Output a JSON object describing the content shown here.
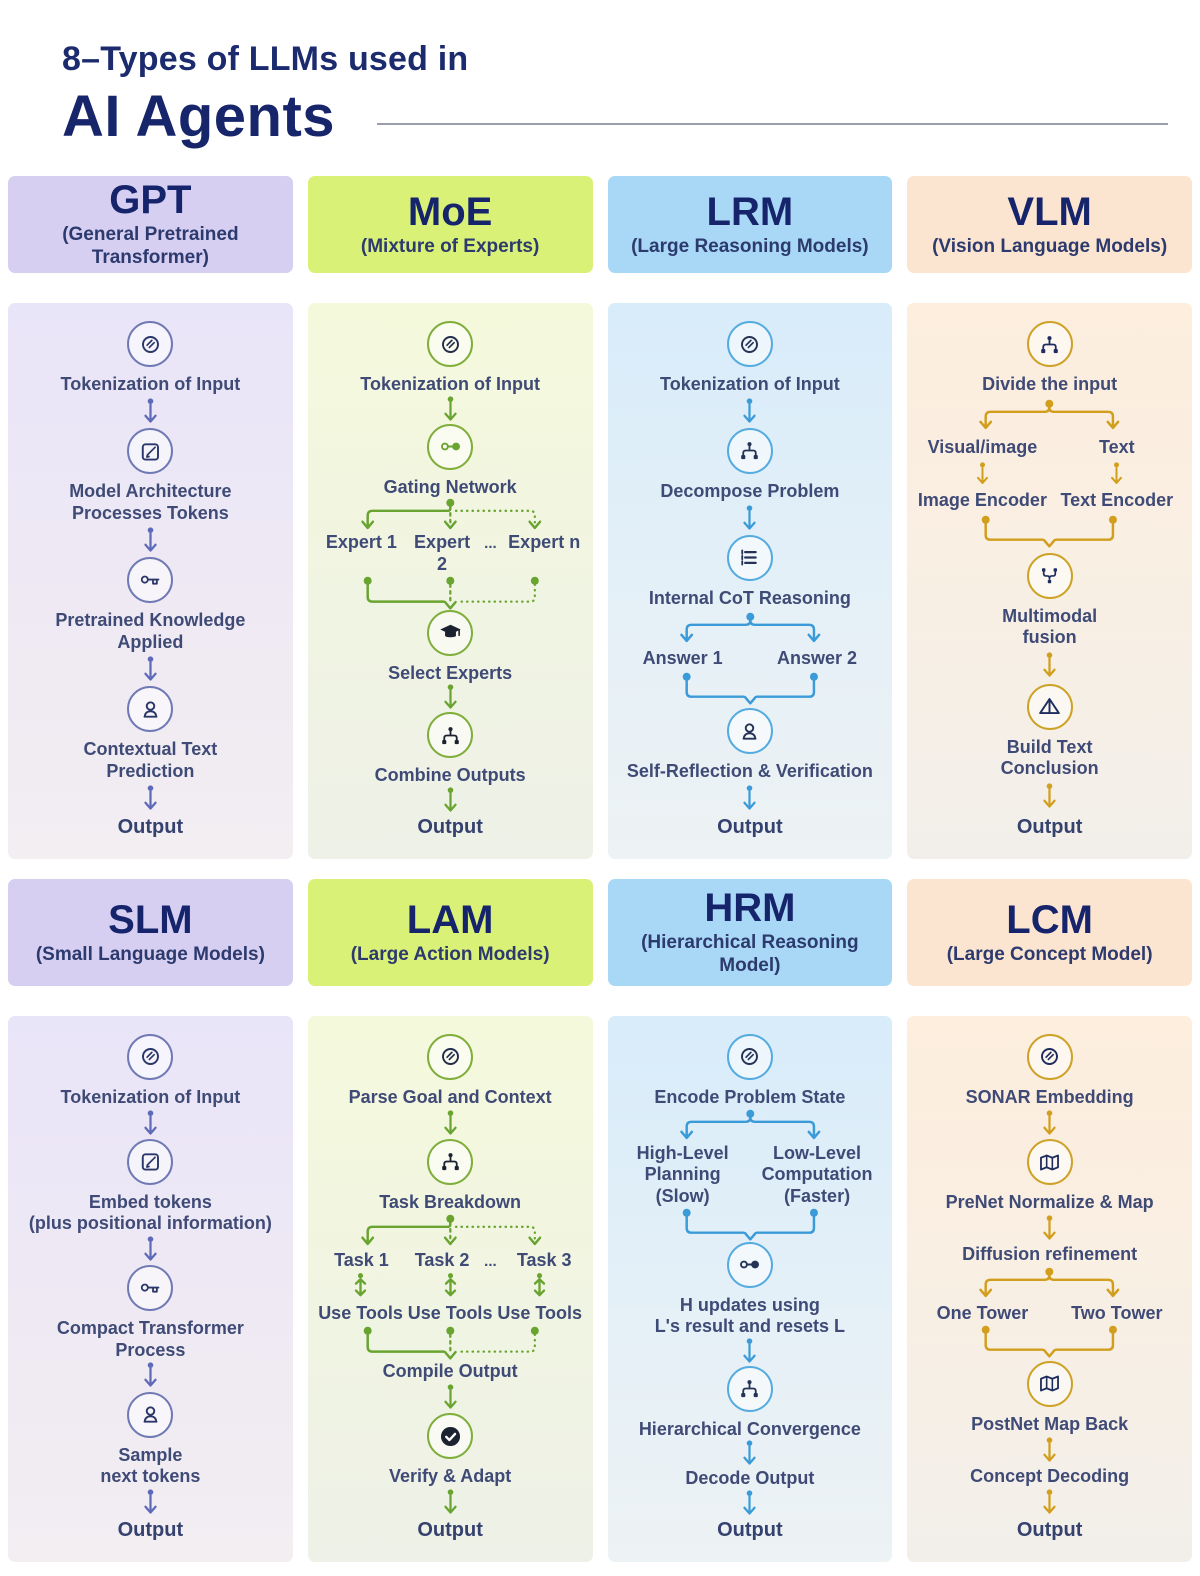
{
  "title": {
    "line1": "8–Types of LLMs used in",
    "line2": "AI Agents"
  },
  "themes": {
    "purple": {
      "header": "#d6cff2",
      "accent": "#5e6ab8"
    },
    "green": {
      "header": "#daf178",
      "accent": "#69a430"
    },
    "blue": {
      "header": "#a8d8f5",
      "accent": "#3b9bd8"
    },
    "gold": {
      "header": "#fce5d0",
      "accent": "#d29e1e"
    }
  },
  "icons": [
    "token-icon",
    "edit-icon",
    "key-icon",
    "agent-icon",
    "gate-icon",
    "graduation-cap-icon",
    "sitemap-icon",
    "stack-icon",
    "merge-icon",
    "prism-icon",
    "check-icon",
    "map-icon",
    "arrow-down-icon",
    "arrow-updown-icon"
  ],
  "gpt": {
    "abbr": "GPT",
    "full": "(General Pretrained Transformer)",
    "steps": [
      "Tokenization of Input",
      "Model Architecture\nProcesses Tokens",
      "Pretrained Knowledge\nApplied",
      "Contextual Text\nPrediction"
    ],
    "output": "Output"
  },
  "moe": {
    "abbr": "MoE",
    "full": "(Mixture of Experts)",
    "step1": "Tokenization of Input",
    "step2": "Gating Network",
    "experts": [
      "Expert 1",
      "Expert 2",
      "...",
      "Expert n"
    ],
    "step3": "Select Experts",
    "step4": "Combine Outputs",
    "output": "Output"
  },
  "lrm": {
    "abbr": "LRM",
    "full": "(Large Reasoning Models)",
    "step1": "Tokenization of Input",
    "step2": "Decompose Problem",
    "step3": "Internal CoT Reasoning",
    "answers": [
      "Answer 1",
      "Answer 2"
    ],
    "step4": "Self-Reflection & Verification",
    "output": "Output"
  },
  "vlm": {
    "abbr": "VLM",
    "full": "(Vision Language Models)",
    "step1": "Divide the input",
    "inputs": [
      "Visual/image",
      "Text"
    ],
    "encoders": [
      "Image Encoder",
      "Text Encoder"
    ],
    "step2": "Multimodal\nfusion",
    "step3": "Build Text\nConclusion",
    "output": "Output"
  },
  "slm": {
    "abbr": "SLM",
    "full": "(Small Language Models)",
    "steps": [
      "Tokenization of Input",
      "Embed tokens\n(plus positional information)",
      "Compact Transformer\nProcess",
      "Sample\nnext tokens"
    ],
    "output": "Output"
  },
  "lam": {
    "abbr": "LAM",
    "full": "(Large Action Models)",
    "step1": "Parse Goal and Context",
    "step2": "Task Breakdown",
    "tasks": [
      "Task 1",
      "Task 2",
      "...",
      "Task 3"
    ],
    "tools": [
      "Use Tools",
      "Use Tools",
      "Use Tools"
    ],
    "step3": "Compile Output",
    "step4": "Verify & Adapt",
    "output": "Output"
  },
  "hrm": {
    "abbr": "HRM",
    "full": "(Hierarchical Reasoning Model)",
    "step1": "Encode Problem State",
    "branches": [
      "High-Level\nPlanning\n(Slow)",
      "Low-Level\nComputation\n(Faster)"
    ],
    "step2": "H updates using\nL's result and resets L",
    "step3": "Hierarchical Convergence",
    "step4": "Decode Output",
    "output": "Output"
  },
  "lcm": {
    "abbr": "LCM",
    "full": "(Large Concept Model)",
    "step1": "SONAR Embedding",
    "step2": "PreNet Normalize & Map",
    "step3": "Diffusion refinement",
    "towers": [
      "One Tower",
      "Two Tower"
    ],
    "step4": "PostNet Map Back",
    "step5": "Concept Decoding",
    "output": "Output"
  }
}
